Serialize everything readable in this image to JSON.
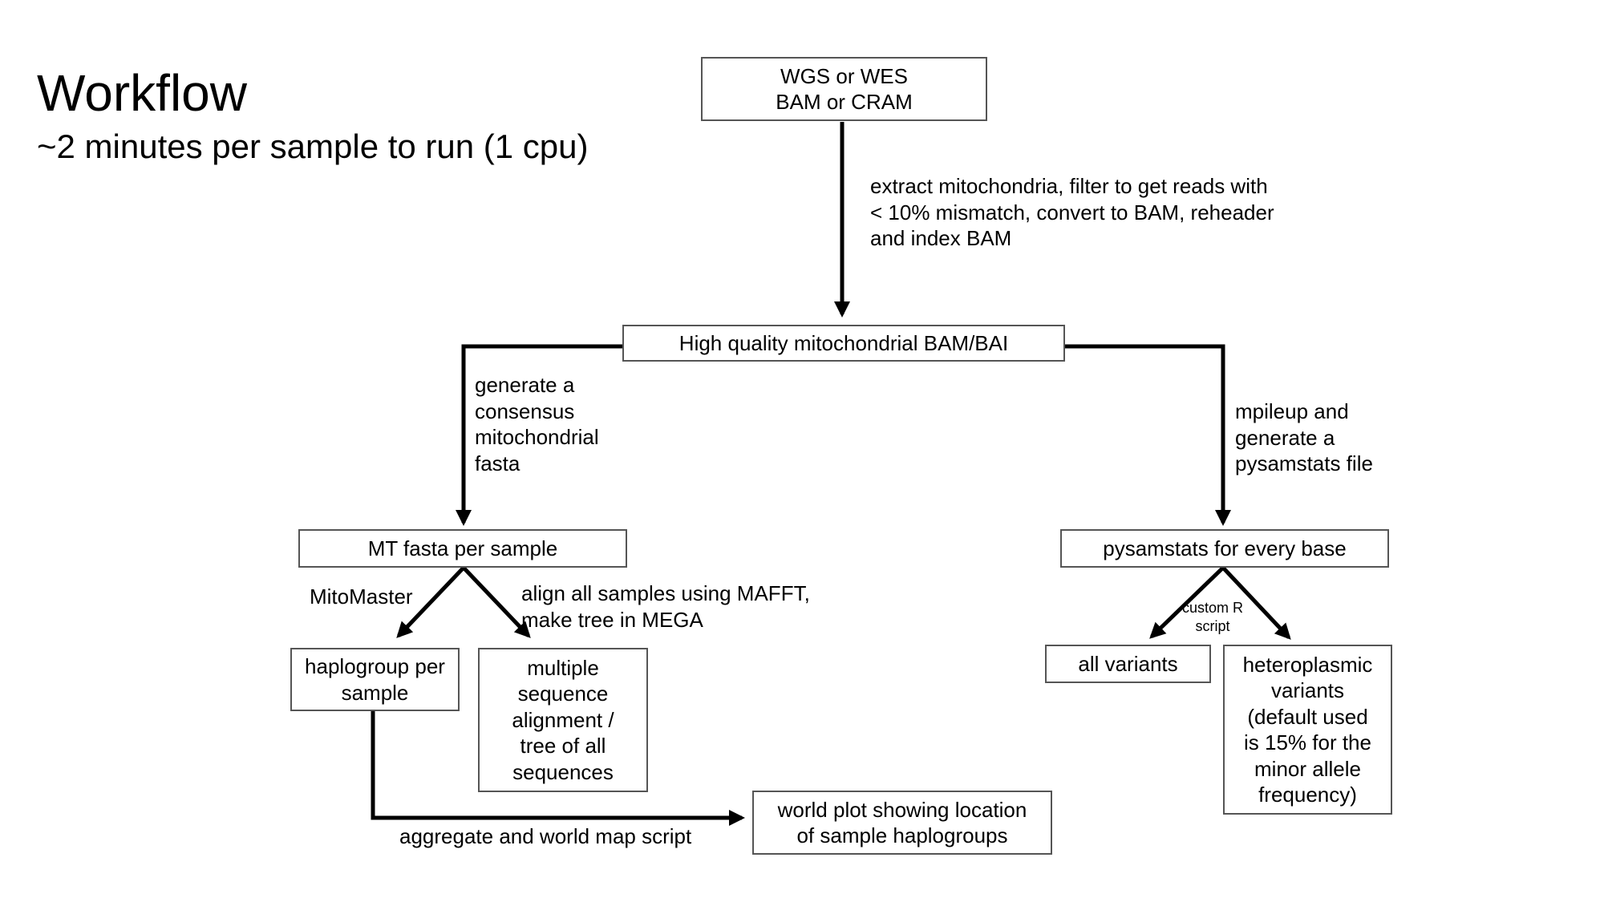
{
  "title": "Workflow",
  "subtitle": "~2 minutes per sample to run (1 cpu)",
  "nodes": {
    "input": "WGS or WES\nBAM or CRAM",
    "hq_bam": "High quality mitochondrial BAM/BAI",
    "mt_fasta": "MT fasta per sample",
    "pysamstats": "pysamstats for every base",
    "haplogroup": "haplogroup per\nsample",
    "msa": "multiple\nsequence\nalignment /\ntree of all\nsequences",
    "all_variants": "all variants",
    "heteroplasmic": "heteroplasmic\nvariants\n(default used\nis 15% for the\nminor allele\nfrequency)",
    "world_plot": "world plot showing location\nof sample haplogroups"
  },
  "edge_labels": {
    "extract": "extract mitochondria, filter to get reads with\n< 10% mismatch, convert to BAM, reheader\nand index BAM",
    "consensus": "generate a\nconsensus\nmitochondrial\nfasta",
    "mpileup": "mpileup and\ngenerate a\npysamstats file",
    "mitomaster": "MitoMaster",
    "align": "align all samples using MAFFT,\nmake tree in MEGA",
    "custom_r": "custom R\nscript",
    "aggregate": "aggregate and world map script"
  }
}
